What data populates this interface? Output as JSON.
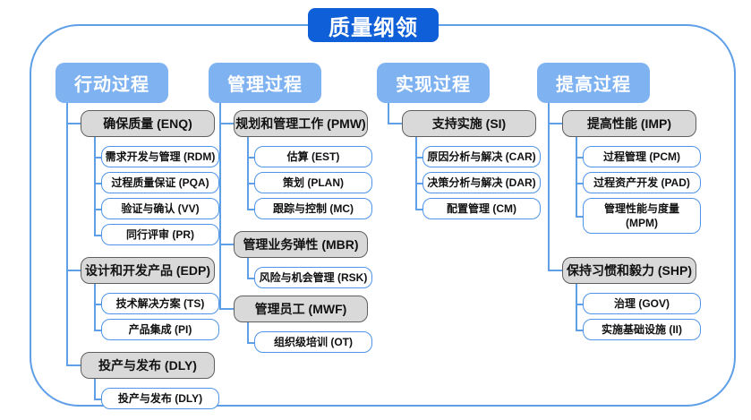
{
  "title": "质量纲领",
  "colors": {
    "title_bg": "#0e5fd8",
    "header_bg": "#7fb2f1",
    "gray_bg": "#d9d9d9",
    "gray_border": "#5f5f5f",
    "leaf_border": "#4e94e8",
    "line_blue": "#5e9fe8",
    "frame_border": "#5e9fe8"
  },
  "branches": [
    {
      "label": "行动过程",
      "groups": [
        {
          "label": "确保质量 (ENQ)",
          "children": [
            "需求开发与管理 (RDM)",
            "过程质量保证 (PQA)",
            "验证与确认 (VV)",
            "同行评审 (PR)"
          ]
        },
        {
          "label": "设计和开发产品 (EDP)",
          "children": [
            "技术解决方案 (TS)",
            "产品集成 (PI)"
          ]
        },
        {
          "label": "投产与发布 (DLY)",
          "children": [
            "投产与发布 (DLY)"
          ]
        }
      ]
    },
    {
      "label": "管理过程",
      "groups": [
        {
          "label": "规划和管理工作 (PMW)",
          "children": [
            "估算 (EST)",
            "策划 (PLAN)",
            "跟踪与控制 (MC)"
          ]
        },
        {
          "label": "管理业务弹性 (MBR)",
          "children": [
            "风险与机会管理 (RSK)"
          ]
        },
        {
          "label": "管理员工 (MWF)",
          "children": [
            "组织级培训 (OT)"
          ]
        }
      ]
    },
    {
      "label": "实现过程",
      "groups": [
        {
          "label": "支持实施 (SI)",
          "children": [
            "原因分析与解决 (CAR)",
            "决策分析与解决 (DAR)",
            "配置管理 (CM)"
          ]
        }
      ]
    },
    {
      "label": "提高过程",
      "groups": [
        {
          "label": "提高性能 (IMP)",
          "children": [
            "过程管理 (PCM)",
            "过程资产开发 (PAD)",
            "管理性能与度量\n(MPM)"
          ]
        },
        {
          "label": "保持习惯和毅力 (SHP)",
          "children": [
            "治理 (GOV)",
            "实施基础设施 (II)"
          ]
        }
      ]
    }
  ]
}
